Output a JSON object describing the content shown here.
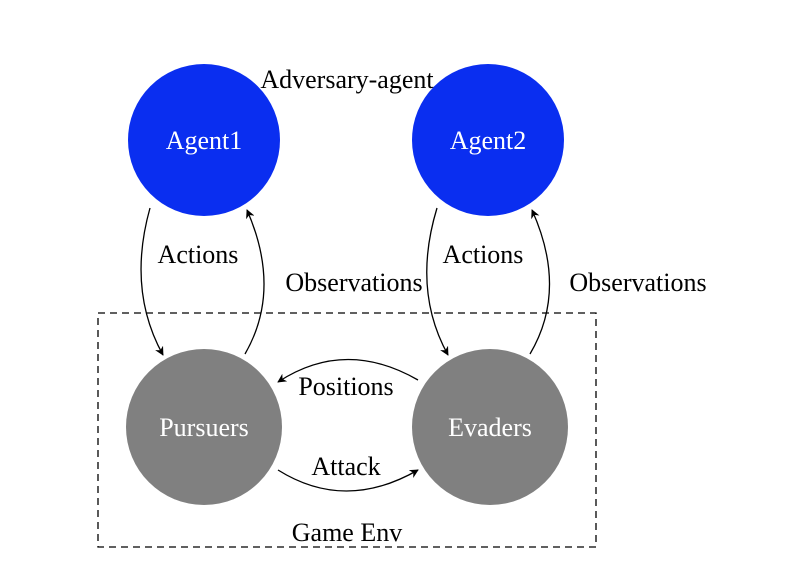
{
  "diagram": {
    "title": "Adversary-agent",
    "environment_label": "Game Env",
    "colors": {
      "agent_fill": "#0a2ef0",
      "env_node_fill": "#808080",
      "node_text": "#ffffff",
      "line": "#000000"
    },
    "nodes": {
      "agent1": "Agent1",
      "agent2": "Agent2",
      "pursuers": "Pursuers",
      "evaders": "Evaders"
    },
    "edges": {
      "agent1_actions": "Actions",
      "agent1_observations": "Observations",
      "agent2_actions": "Actions",
      "agent2_observations": "Observations",
      "positions": "Positions",
      "attack": "Attack"
    }
  }
}
